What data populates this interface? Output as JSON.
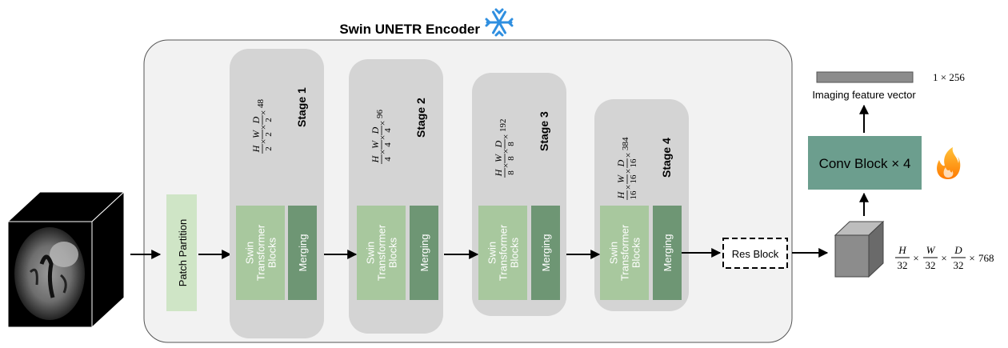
{
  "encoder": {
    "title": "Swin UNETR Encoder",
    "frozen_icon": "snowflake-icon"
  },
  "input": {
    "image": "brain-mri-slice"
  },
  "patch_partition": {
    "label": "Patch Partition"
  },
  "stages": [
    {
      "label": "Stage 1",
      "blocks_lines": [
        "Swin",
        "Transformer",
        "Blocks"
      ],
      "merging": "Merging",
      "dim": {
        "H": "H",
        "Hd": "2",
        "W": "W",
        "Wd": "2",
        "D": "D",
        "Dd": "2",
        "C": "48"
      }
    },
    {
      "label": "Stage 2",
      "blocks_lines": [
        "Swin",
        "Transformer",
        "Blocks"
      ],
      "merging": "Merging",
      "dim": {
        "H": "H",
        "Hd": "4",
        "W": "W",
        "Wd": "4",
        "D": "D",
        "Dd": "4",
        "C": "96"
      }
    },
    {
      "label": "Stage 3",
      "blocks_lines": [
        "Swin",
        "Transformer",
        "Blocks"
      ],
      "merging": "Merging",
      "dim": {
        "H": "H",
        "Hd": "8",
        "W": "W",
        "Wd": "8",
        "D": "D",
        "Dd": "8",
        "C": "192"
      }
    },
    {
      "label": "Stage 4",
      "blocks_lines": [
        "Swin",
        "Transformer",
        "Blocks"
      ],
      "merging": "Merging",
      "dim": {
        "H": "H",
        "Hd": "16",
        "W": "W",
        "Wd": "16",
        "D": "D",
        "Dd": "16",
        "C": "384"
      }
    }
  ],
  "res_block": {
    "label": "Res Block"
  },
  "output_dim": {
    "H": "H",
    "Hd": "32",
    "W": "W",
    "Wd": "32",
    "D": "D",
    "Dd": "32",
    "C": "768"
  },
  "conv_block": {
    "label": "Conv Block",
    "mult": "× 4",
    "trainable_icon": "flame-icon"
  },
  "feature_vector": {
    "label": "Imaging feature vector",
    "dim": "1 × 256"
  },
  "colors": {
    "stage_bg": "#d4d4d4",
    "swin_block": "#a8c89e",
    "merging": "#6e9674",
    "patch_partition": "#cfe5c6",
    "conv_block": "#6c9e8e",
    "snowflake": "#2f8fe0",
    "flame": "#ff9d1e"
  }
}
